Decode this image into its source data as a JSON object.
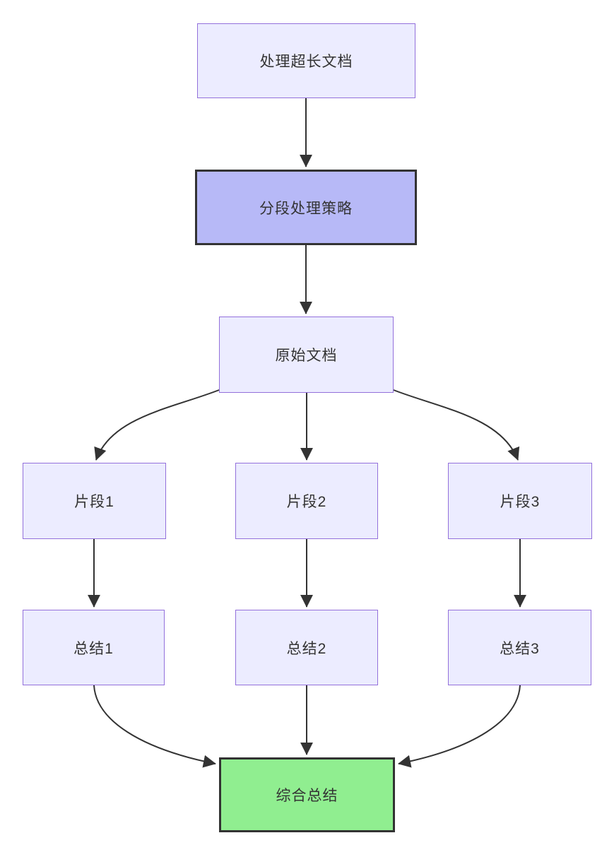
{
  "diagram": {
    "type": "flowchart",
    "direction": "top-down",
    "nodes": [
      {
        "id": "A",
        "label": "处理超长文档",
        "style": "default"
      },
      {
        "id": "B",
        "label": "分段处理策略",
        "style": "strategy"
      },
      {
        "id": "C",
        "label": "原始文档",
        "style": "default"
      },
      {
        "id": "D1",
        "label": "片段1",
        "style": "default"
      },
      {
        "id": "D2",
        "label": "片段2",
        "style": "default"
      },
      {
        "id": "D3",
        "label": "片段3",
        "style": "default"
      },
      {
        "id": "E1",
        "label": "总结1",
        "style": "default"
      },
      {
        "id": "E2",
        "label": "总结2",
        "style": "default"
      },
      {
        "id": "E3",
        "label": "总结3",
        "style": "default"
      },
      {
        "id": "F",
        "label": "综合总结",
        "style": "result"
      }
    ],
    "edges": [
      {
        "from": "处理超长文档",
        "to": "分段处理策略"
      },
      {
        "from": "分段处理策略",
        "to": "原始文档"
      },
      {
        "from": "原始文档",
        "to": "片段1"
      },
      {
        "from": "原始文档",
        "to": "片段2"
      },
      {
        "from": "原始文档",
        "to": "片段3"
      },
      {
        "from": "片段1",
        "to": "总结1"
      },
      {
        "from": "片段2",
        "to": "总结2"
      },
      {
        "from": "片段3",
        "to": "总结3"
      },
      {
        "from": "总结1",
        "to": "综合总结"
      },
      {
        "from": "总结2",
        "to": "综合总结"
      },
      {
        "from": "总结3",
        "to": "综合总结"
      }
    ],
    "colors": {
      "background": "#ffffff",
      "node_fill": "#ececff",
      "node_border": "#9370db",
      "strategy_fill": "#b7b9f7",
      "strategy_border": "#333333",
      "result_fill": "#90ee90",
      "result_border": "#333333",
      "edge": "#333333",
      "text": "#333333"
    }
  }
}
